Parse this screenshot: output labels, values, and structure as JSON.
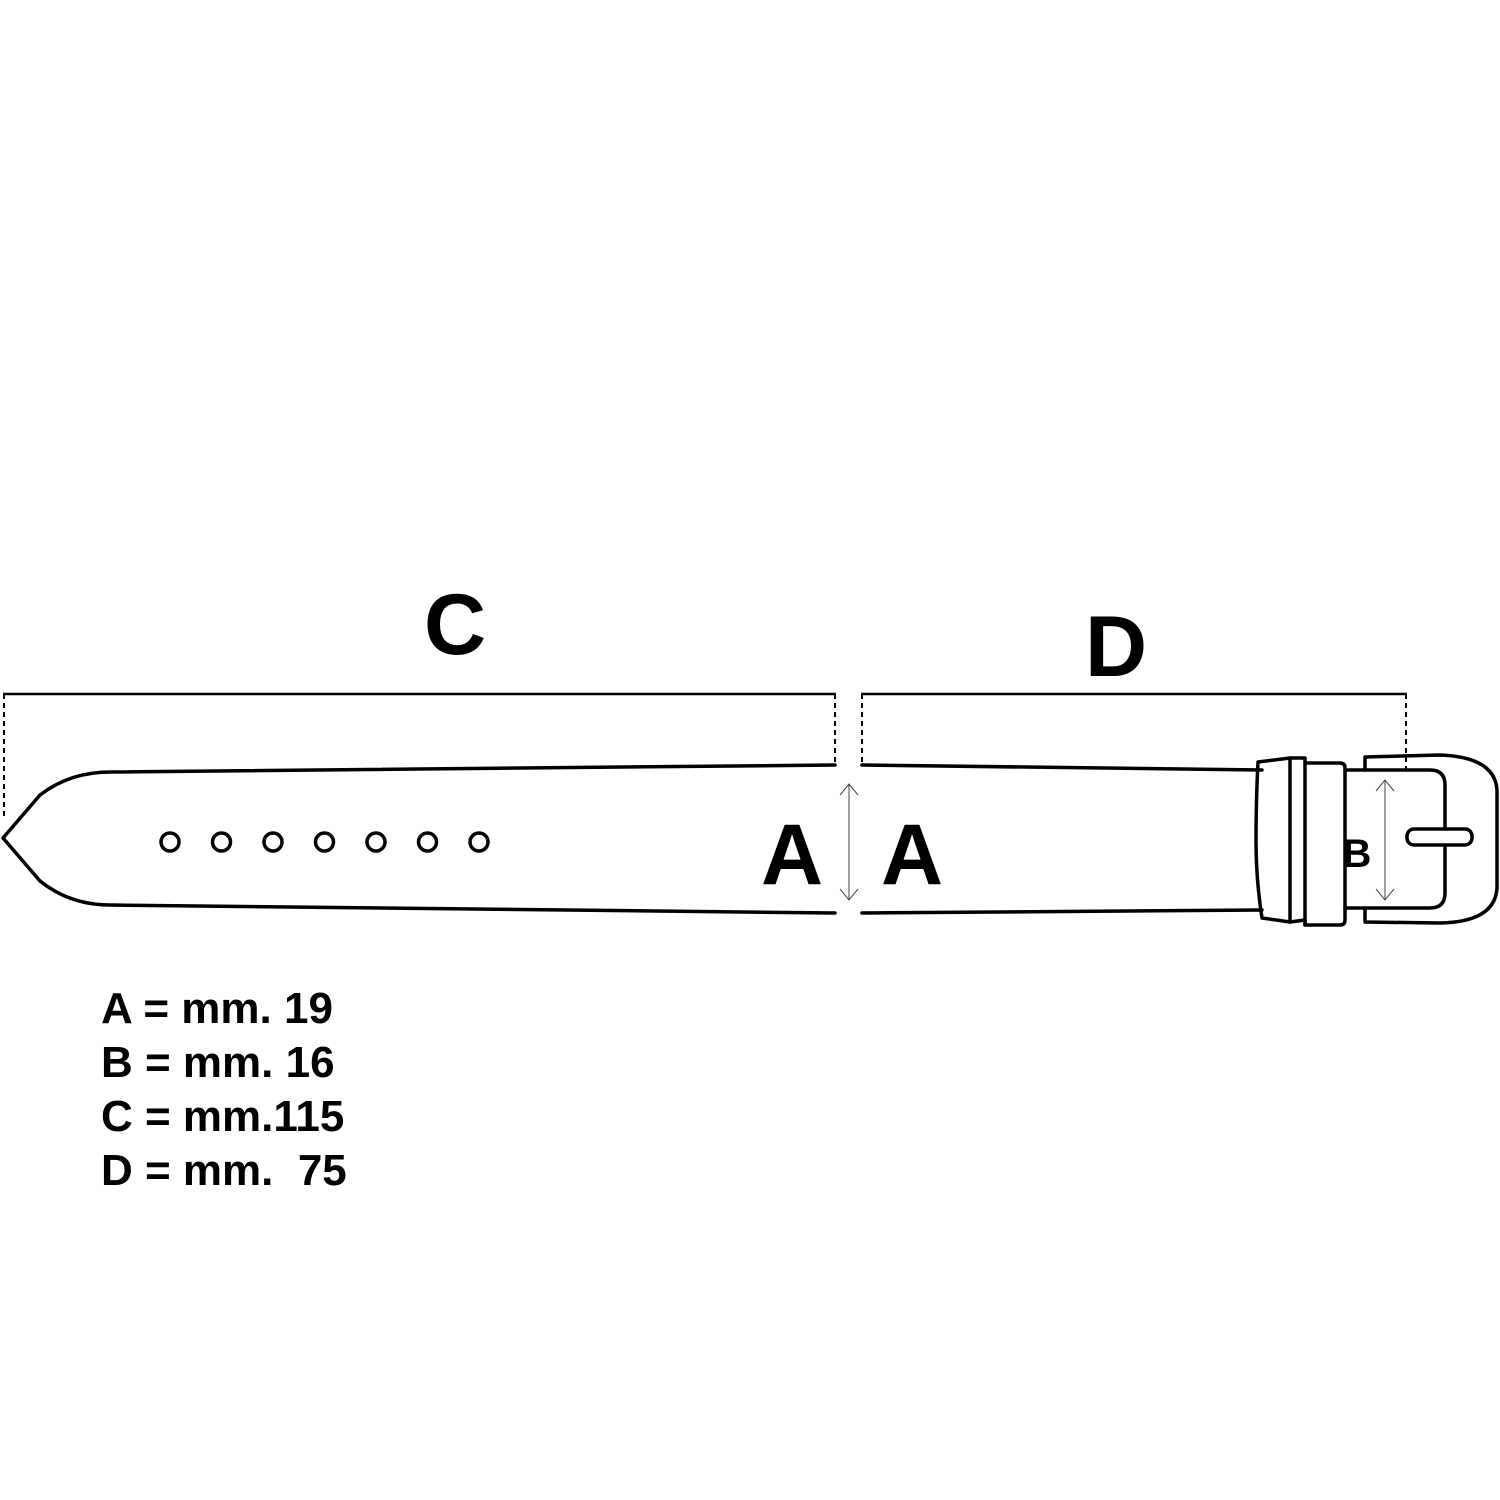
{
  "labels": {
    "c": "C",
    "d": "D",
    "a_left": "A",
    "a_right": "A",
    "b": "B"
  },
  "legend": [
    "A = mm. 19",
    "B = mm. 16",
    "C = mm.115",
    "D = mm.  75"
  ],
  "holes": {
    "count": 7
  },
  "colors": {
    "ink": "#000000",
    "background": "#ffffff"
  }
}
